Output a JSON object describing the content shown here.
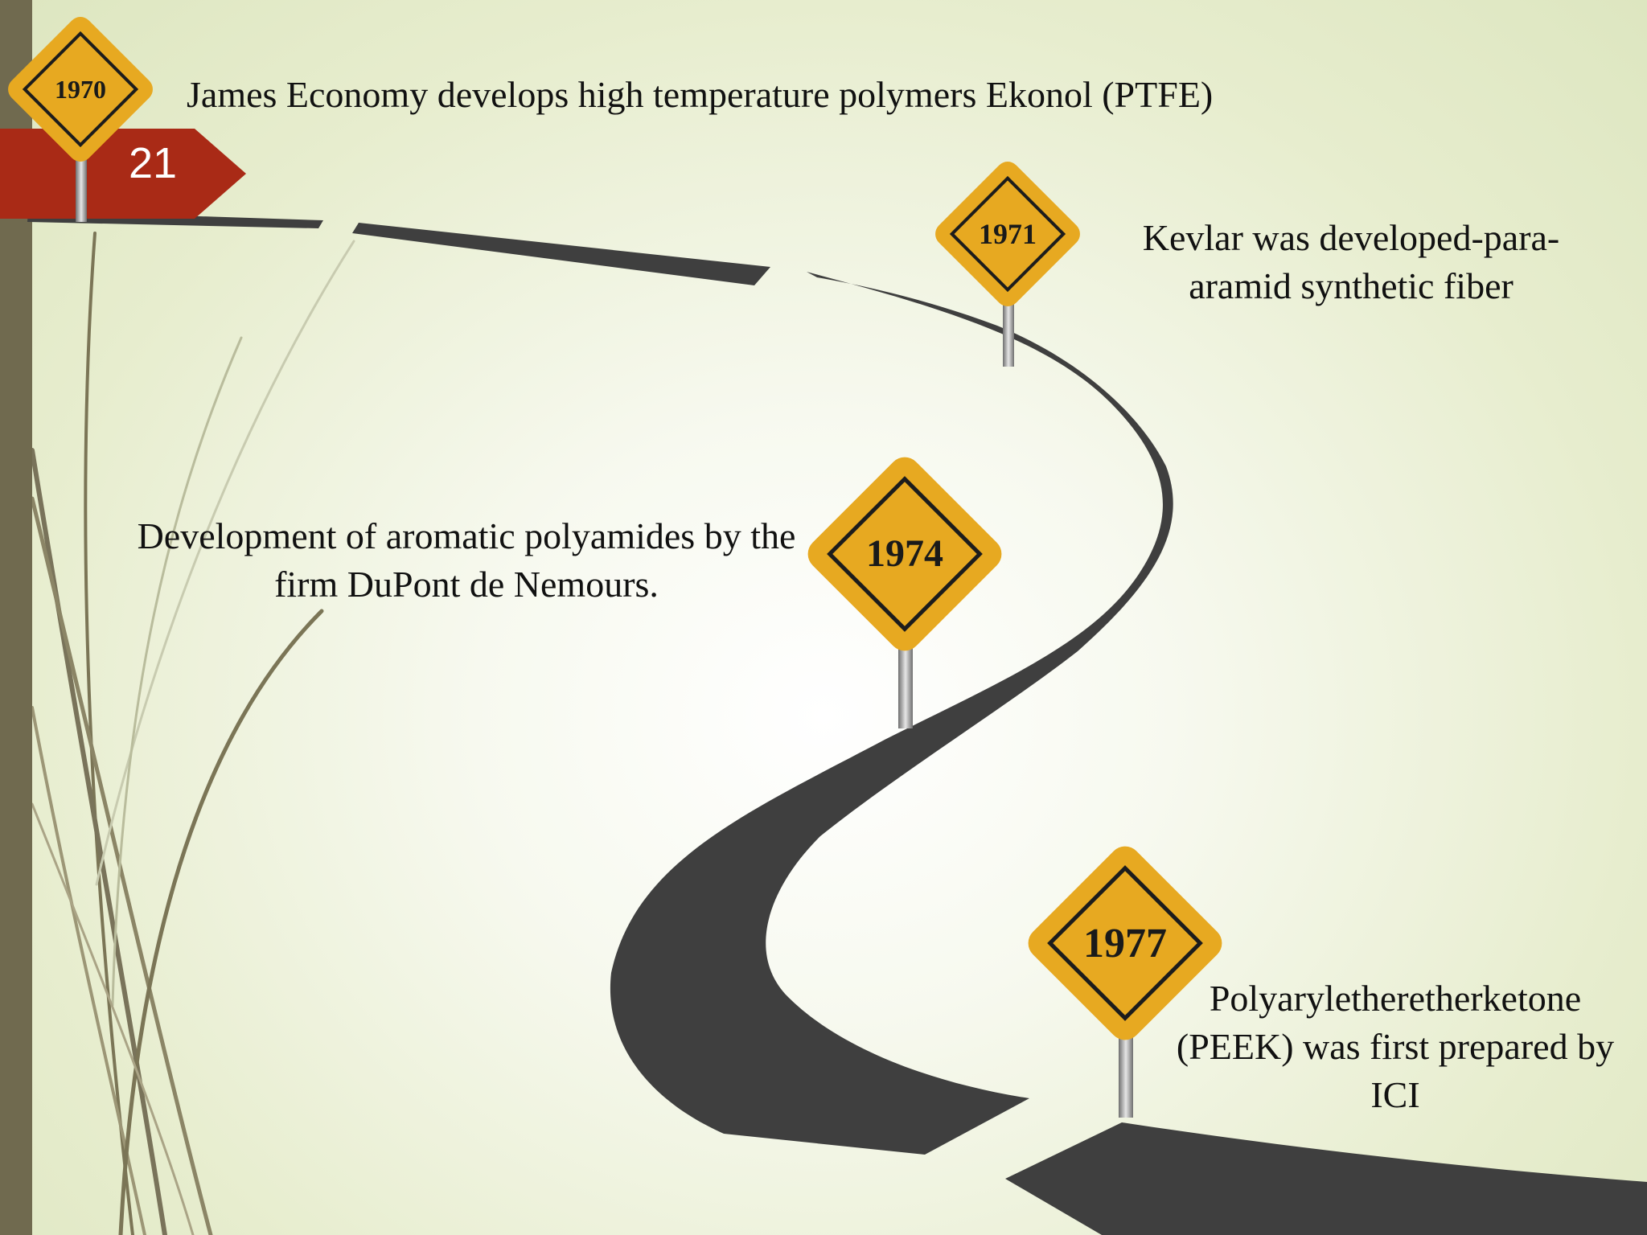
{
  "slide": {
    "page_number": "21",
    "colors": {
      "sidebar": "#706a4f",
      "tab": "#a92a16",
      "road": "#3f3f3f",
      "sign_fill": "#e7a921",
      "sign_border": "#1c1c1c"
    }
  },
  "timeline": [
    {
      "year": "1970",
      "text": "James Economy develops high temperature polymers Ekonol (PTFE)"
    },
    {
      "year": "1971",
      "text": "Kevlar was developed-para-aramid synthetic fiber"
    },
    {
      "year": "1974",
      "text": "Development of aromatic polyamides by the firm DuPont de Nemours."
    },
    {
      "year": "1977",
      "text": "Polyaryletheretherketone (PEEK) was first prepared by ICI"
    }
  ]
}
